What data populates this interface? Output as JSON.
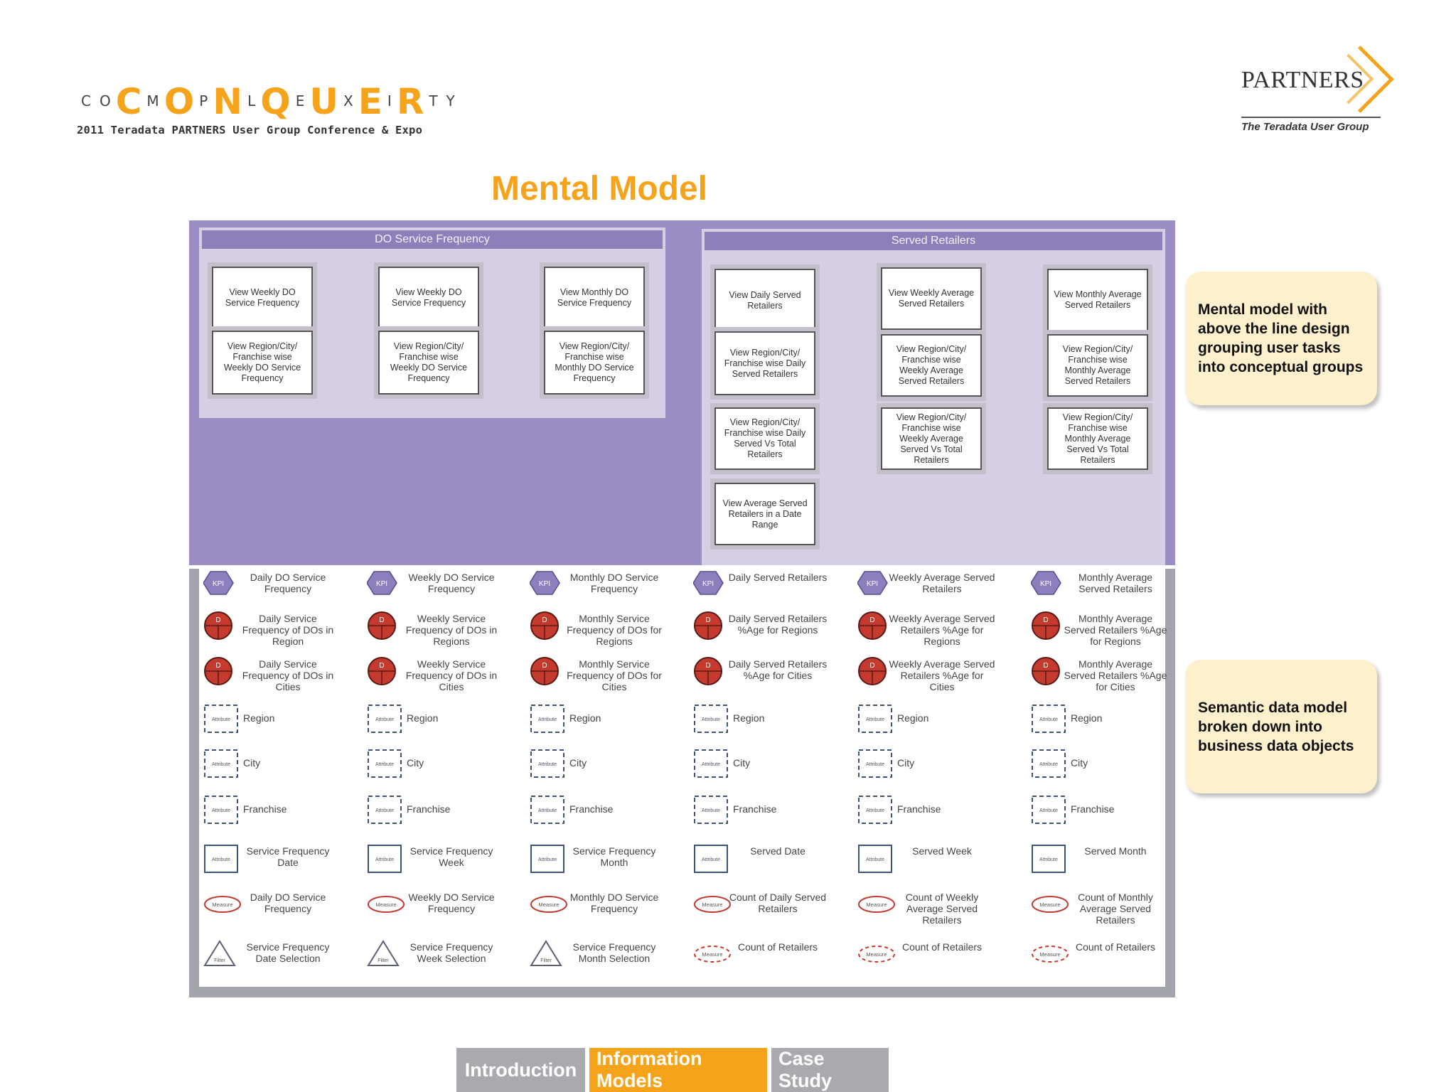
{
  "header": {
    "conference_logo": {
      "word_letters": [
        {
          "c": "C",
          "big": false
        },
        {
          "c": "O",
          "big": false
        },
        {
          "c": "C",
          "big": true
        },
        {
          "c": "M",
          "big": false
        },
        {
          "c": "O",
          "big": true
        },
        {
          "c": "P",
          "big": false
        },
        {
          "c": "N",
          "big": true
        },
        {
          "c": "L",
          "big": false
        },
        {
          "c": "Q",
          "big": true
        },
        {
          "c": "E",
          "big": false
        },
        {
          "c": "U",
          "big": true
        },
        {
          "c": "X",
          "big": false
        },
        {
          "c": "E",
          "big": true
        },
        {
          "c": "I",
          "big": false
        },
        {
          "c": "R",
          "big": true
        },
        {
          "c": "T",
          "big": false
        },
        {
          "c": "Y",
          "big": false
        }
      ],
      "subtitle": "2011 Teradata PARTNERS User Group Conference & Expo",
      "accent_color": "#f5a31b"
    },
    "partners_logo": {
      "word": "PARTNERS",
      "tagline": "The Teradata User Group"
    }
  },
  "title": "Mental Model",
  "groups": [
    {
      "heading": "DO Service Frequency",
      "columns": [
        [
          "View Weekly DO Service Frequency",
          "View Region/City/ Franchise wise Weekly DO Service Frequency"
        ],
        [
          "View Weekly DO Service Frequency",
          "View Region/City/ Franchise wise Weekly DO Service Frequency"
        ],
        [
          "View Monthly DO Service Frequency",
          "View Region/City/ Franchise wise Monthly DO Service Frequency"
        ]
      ]
    },
    {
      "heading": "Served Retailers",
      "columns": [
        [
          "View Daily Served Retailers",
          "View Region/City/ Franchise wise Daily Served Retailers",
          "View Region/City/ Franchise wise Daily Served Vs Total Retailers",
          "View Average Served Retailers in a Date Range"
        ],
        [
          "View Weekly Average Served Retailers",
          "View Region/City/ Franchise wise Weekly Average Served Retailers",
          "View Region/City/ Franchise wise Weekly Average Served Vs Total Retailers"
        ],
        [
          "View Monthly Average Served Retailers",
          "View Region/City/ Franchise wise Monthly Average Served Retailers",
          "View Region/City/ Franchise wise Monthly Average Served Vs Total Retailers"
        ]
      ]
    }
  ],
  "symbol_labels": {
    "kpi": "KPI",
    "derived": "D",
    "attribute": "Attribute",
    "measure": "Measure",
    "filter": "Filter"
  },
  "data_model": {
    "rows": [
      {
        "symbol": "kpi",
        "cells": [
          "Daily DO Service Frequency",
          "Weekly DO Service Frequency",
          "Monthly DO Service Frequency",
          "Daily Served Retailers",
          "Weekly Average Served Retailers",
          "Monthly Average Served Retailers"
        ]
      },
      {
        "symbol": "derived",
        "cells": [
          "Daily Service Frequency of DOs in Region",
          "Weekly Service Frequency of DOs in Regions",
          "Monthly Service Frequency of DOs for Regions",
          "Daily Served Retailers %Age for Regions",
          "Weekly Average Served Retailers %Age for Regions",
          "Monthly Average Served Retailers %Age for Regions"
        ]
      },
      {
        "symbol": "derived",
        "cells": [
          "Daily Service Frequency of DOs in Cities",
          "Weekly Service Frequency of DOs in Cities",
          "Monthly Service Frequency of DOs for Cities",
          "Daily Served Retailers %Age for Cities",
          "Weekly Average Served Retailers %Age for Cities",
          "Monthly Average Served Retailers %Age for Cities"
        ]
      },
      {
        "symbol": "attribute-dashed",
        "cells": [
          "Region",
          "Region",
          "Region",
          "Region",
          "Region",
          "Region"
        ]
      },
      {
        "symbol": "attribute-dashed",
        "cells": [
          "City",
          "City",
          "City",
          "City",
          "City",
          "City"
        ]
      },
      {
        "symbol": "attribute-dashed",
        "cells": [
          "Franchise",
          "Franchise",
          "Franchise",
          "Franchise",
          "Franchise",
          "Franchise"
        ]
      },
      {
        "symbol": "attribute-solid",
        "cells": [
          "Service Frequency Date",
          "Service Frequency Week",
          "Service Frequency Month",
          "Served Date",
          "Served Week",
          "Served Month"
        ]
      },
      {
        "symbol": "measure",
        "cells": [
          "Daily DO Service Frequency",
          "Weekly DO Service Frequency",
          "Monthly DO Service Frequency",
          "Count of Daily Served Retailers",
          "Count of Weekly Average Served Retailers",
          "Count of Monthly Average Served Retailers"
        ]
      },
      {
        "symbol": "mixed",
        "cells": [
          "Service Frequency Date Selection",
          "Service Frequency Week Selection",
          "Service Frequency Month Selection",
          "Count of Retailers",
          "Count of Retailers",
          "Count of Retailers"
        ]
      }
    ]
  },
  "callouts": [
    "Mental model with above the line design grouping user tasks into conceptual groups",
    "Semantic data model broken down into business data objects"
  ],
  "nav": {
    "tabs": [
      {
        "label": "Introduction",
        "active": false
      },
      {
        "label": "Information Models",
        "active": true
      },
      {
        "label": "Case Study",
        "active": false
      }
    ]
  },
  "colors": {
    "accent": "#f5a31b",
    "group_bg": "#9c8dc5",
    "kpi": "#8d7fbe",
    "derived": "#c43a2f",
    "attribute": "#3e5377"
  }
}
